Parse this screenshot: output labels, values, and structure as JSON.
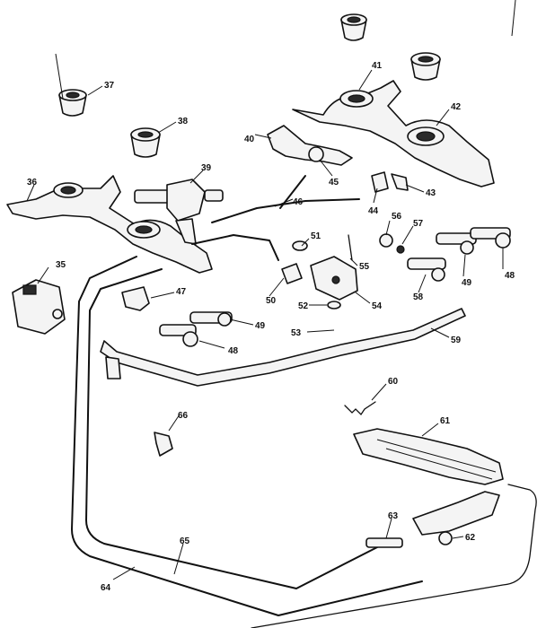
{
  "callouts": [
    {
      "id": "c35",
      "text": "35"
    },
    {
      "id": "c36",
      "text": "36"
    },
    {
      "id": "c37",
      "text": "37"
    },
    {
      "id": "c38",
      "text": "38"
    },
    {
      "id": "c39",
      "text": "39"
    },
    {
      "id": "c40",
      "text": "40"
    },
    {
      "id": "c41",
      "text": "41"
    },
    {
      "id": "c42",
      "text": "42"
    },
    {
      "id": "c43",
      "text": "43"
    },
    {
      "id": "c44",
      "text": "44"
    },
    {
      "id": "c45",
      "text": "45"
    },
    {
      "id": "c46",
      "text": "46"
    },
    {
      "id": "c47",
      "text": "47"
    },
    {
      "id": "c48a",
      "text": "48"
    },
    {
      "id": "c48b",
      "text": "48"
    },
    {
      "id": "c49a",
      "text": "49"
    },
    {
      "id": "c49b",
      "text": "49"
    },
    {
      "id": "c50",
      "text": "50"
    },
    {
      "id": "c51",
      "text": "51"
    },
    {
      "id": "c52",
      "text": "52"
    },
    {
      "id": "c53",
      "text": "53"
    },
    {
      "id": "c54",
      "text": "54"
    },
    {
      "id": "c55",
      "text": "55"
    },
    {
      "id": "c56",
      "text": "56"
    },
    {
      "id": "c57",
      "text": "57"
    },
    {
      "id": "c58",
      "text": "58"
    },
    {
      "id": "c59",
      "text": "59"
    },
    {
      "id": "c60",
      "text": "60"
    },
    {
      "id": "c61",
      "text": "61"
    },
    {
      "id": "c62",
      "text": "62"
    },
    {
      "id": "c63",
      "text": "63"
    },
    {
      "id": "c64",
      "text": "64"
    },
    {
      "id": "c65",
      "text": "65"
    },
    {
      "id": "c66",
      "text": "66"
    }
  ]
}
